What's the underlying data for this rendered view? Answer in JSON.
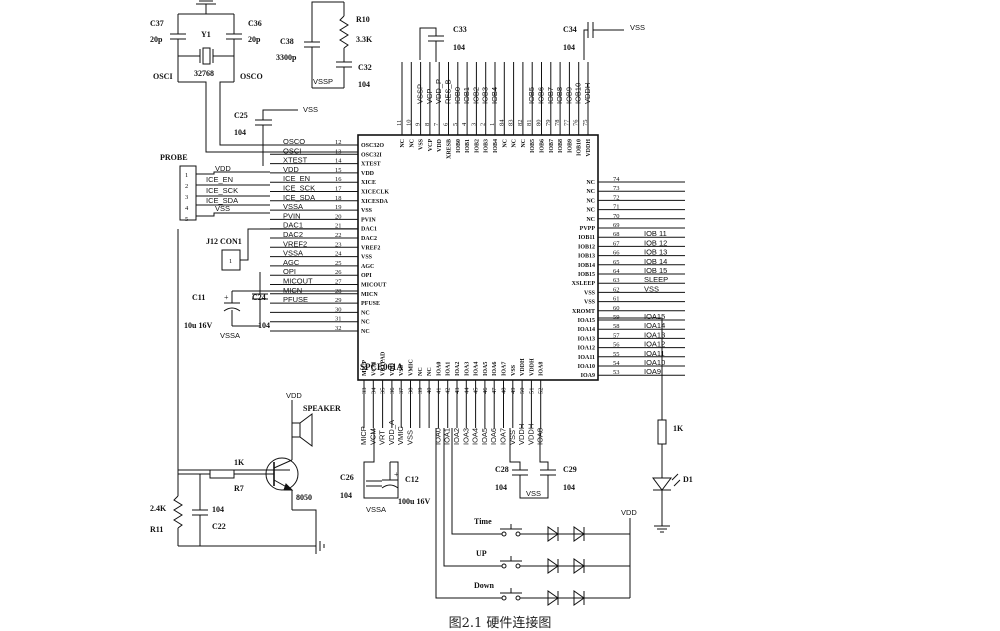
{
  "caption": "图2.1 硬件连接图",
  "chip": {
    "name": "SPCE061A",
    "left_pins": [
      {
        "num": "12",
        "name": "OSC32O",
        "net": "OSCO"
      },
      {
        "num": "13",
        "name": "OSC32I",
        "net": "OSCI"
      },
      {
        "num": "14",
        "name": "XTEST",
        "net": "XTEST"
      },
      {
        "num": "15",
        "name": "VDD",
        "net": "VDD"
      },
      {
        "num": "16",
        "name": "XICE",
        "net": "ICE_EN"
      },
      {
        "num": "17",
        "name": "XICECLK",
        "net": "ICE_SCK"
      },
      {
        "num": "18",
        "name": "XICESDA",
        "net": "ICE_SDA"
      },
      {
        "num": "19",
        "name": "VSS",
        "net": "VSSA"
      },
      {
        "num": "20",
        "name": "PVIN",
        "net": "PVIN"
      },
      {
        "num": "21",
        "name": "DAC1",
        "net": "DAC1"
      },
      {
        "num": "22",
        "name": "DAC2",
        "net": "DAC2"
      },
      {
        "num": "23",
        "name": "VREF2",
        "net": "VREF2"
      },
      {
        "num": "24",
        "name": "VSS",
        "net": "VSSA"
      },
      {
        "num": "25",
        "name": "AGC",
        "net": "AGC"
      },
      {
        "num": "26",
        "name": "OPI",
        "net": "OPI"
      },
      {
        "num": "27",
        "name": "MICOUT",
        "net": "MICOUT"
      },
      {
        "num": "28",
        "name": "MICN",
        "net": "MICN"
      },
      {
        "num": "29",
        "name": "PFUSE",
        "net": "PFUSE"
      },
      {
        "num": "30",
        "name": "NC",
        "net": ""
      },
      {
        "num": "31",
        "name": "NC",
        "net": ""
      },
      {
        "num": "32",
        "name": "NC",
        "net": ""
      }
    ],
    "right_pins": [
      {
        "num": "74",
        "name": "NC",
        "net": ""
      },
      {
        "num": "73",
        "name": "NC",
        "net": ""
      },
      {
        "num": "72",
        "name": "NC",
        "net": ""
      },
      {
        "num": "71",
        "name": "NC",
        "net": ""
      },
      {
        "num": "70",
        "name": "NC",
        "net": ""
      },
      {
        "num": "69",
        "name": "PVPP",
        "net": ""
      },
      {
        "num": "68",
        "name": "IOB11",
        "net": "IOB 11"
      },
      {
        "num": "67",
        "name": "IOB12",
        "net": "IOB 12"
      },
      {
        "num": "66",
        "name": "IOB13",
        "net": "IOB 13"
      },
      {
        "num": "65",
        "name": "IOB14",
        "net": "IOB 14"
      },
      {
        "num": "64",
        "name": "IOB15",
        "net": "IOB 15"
      },
      {
        "num": "63",
        "name": "XSLEEP",
        "net": "SLEEP"
      },
      {
        "num": "62",
        "name": "VSS",
        "net": "VSS"
      },
      {
        "num": "61",
        "name": "VSS",
        "net": ""
      },
      {
        "num": "60",
        "name": "XROMT",
        "net": ""
      },
      {
        "num": "59",
        "name": "IOA15",
        "net": "IOA15"
      },
      {
        "num": "58",
        "name": "IOA14",
        "net": "IOA14"
      },
      {
        "num": "57",
        "name": "IOA13",
        "net": "IOA13"
      },
      {
        "num": "56",
        "name": "IOA12",
        "net": "IOA12"
      },
      {
        "num": "55",
        "name": "IOA11",
        "net": "IOA11"
      },
      {
        "num": "54",
        "name": "IOA10",
        "net": "IOA10"
      },
      {
        "num": "53",
        "name": "IOA9",
        "net": "IOA9"
      }
    ],
    "top_pins": [
      {
        "num": "11",
        "name": "NC",
        "net": ""
      },
      {
        "num": "10",
        "name": "NC",
        "net": ""
      },
      {
        "num": "9",
        "name": "VSS",
        "net": "VSSP"
      },
      {
        "num": "8",
        "name": "VCP",
        "net": "VCP"
      },
      {
        "num": "7",
        "name": "VDD",
        "net": "VDD_P"
      },
      {
        "num": "6",
        "name": "XRESB",
        "net": "RES_B"
      },
      {
        "num": "5",
        "name": "IOB0",
        "net": "IOB0"
      },
      {
        "num": "4",
        "name": "IOB1",
        "net": "IOB1"
      },
      {
        "num": "3",
        "name": "IOB2",
        "net": "IOB2"
      },
      {
        "num": "2",
        "name": "IOB3",
        "net": "IOB3"
      },
      {
        "num": "1",
        "name": "IOB4",
        "net": "IOB4"
      },
      {
        "num": "84",
        "name": "NC",
        "net": ""
      },
      {
        "num": "83",
        "name": "NC",
        "net": ""
      },
      {
        "num": "82",
        "name": "NC",
        "net": ""
      },
      {
        "num": "81",
        "name": "IOB5",
        "net": "IOB5"
      },
      {
        "num": "80",
        "name": "IOB6",
        "net": "IOB6"
      },
      {
        "num": "79",
        "name": "IOB7",
        "net": "IOB7"
      },
      {
        "num": "78",
        "name": "IOB8",
        "net": "IOB8"
      },
      {
        "num": "77",
        "name": "IOB9",
        "net": "IOB9"
      },
      {
        "num": "76",
        "name": "IOB10",
        "net": "IOB10"
      },
      {
        "num": "75",
        "name": "VDDH",
        "net": "VDDH"
      }
    ],
    "bottom_pins": [
      {
        "num": "33",
        "name": "MICP",
        "net": "MICP"
      },
      {
        "num": "34",
        "name": "VCM",
        "net": "VCM"
      },
      {
        "num": "35",
        "name": "VRTPAD",
        "net": "VRT"
      },
      {
        "num": "36",
        "name": "VDD",
        "net": "VDD_A"
      },
      {
        "num": "37",
        "name": "VSS",
        "net": "VMIC"
      },
      {
        "num": "38",
        "name": "VMIC",
        "net": "VSS"
      },
      {
        "num": "39",
        "name": "NC",
        "net": ""
      },
      {
        "num": "40",
        "name": "NC",
        "net": ""
      },
      {
        "num": "41",
        "name": "IOA0",
        "net": "IOA0"
      },
      {
        "num": "42",
        "name": "IOA1",
        "net": "IOA1"
      },
      {
        "num": "43",
        "name": "IOA2",
        "net": "IOA2"
      },
      {
        "num": "44",
        "name": "IOA3",
        "net": "IOA3"
      },
      {
        "num": "45",
        "name": "IOA4",
        "net": "IOA4"
      },
      {
        "num": "46",
        "name": "IOA5",
        "net": "IOA5"
      },
      {
        "num": "47",
        "name": "IOA6",
        "net": "IOA6"
      },
      {
        "num": "48",
        "name": "IOA7",
        "net": "IOA7"
      },
      {
        "num": "49",
        "name": "VSS",
        "net": "VSS"
      },
      {
        "num": "50",
        "name": "VDDH",
        "net": "VDDH"
      },
      {
        "num": "51",
        "name": "VDDH",
        "net": "VDDH"
      },
      {
        "num": "52",
        "name": "IOA8",
        "net": "IOA8"
      }
    ]
  },
  "crystal": {
    "ref": "Y1",
    "value": "32768",
    "osci": "OSCI",
    "osco": "OSCO"
  },
  "c37": {
    "ref": "C37",
    "value": "20p"
  },
  "c36": {
    "ref": "C36",
    "value": "20p"
  },
  "c38": {
    "ref": "C38",
    "value": "3300p"
  },
  "r10": {
    "ref": "R10",
    "value": "3.3K"
  },
  "c32": {
    "ref": "C32",
    "value": "104"
  },
  "vssp": "VSSP",
  "c33": {
    "ref": "C33",
    "value": "104"
  },
  "c34": {
    "ref": "C34",
    "value": "104",
    "net": "VSS"
  },
  "c25": {
    "ref": "C25",
    "value": "104",
    "net": "VSS"
  },
  "probe": {
    "title": "PROBE",
    "pins": [
      "1",
      "2",
      "3",
      "4",
      "5"
    ],
    "nets": [
      "VDD",
      "ICE_EN",
      "ICE_SCK",
      "ICE_SDA",
      "VSS"
    ]
  },
  "j12": {
    "ref": "J12 CON1",
    "pin": "1"
  },
  "c11": {
    "ref": "C11",
    "value": "10u 16V",
    "net": "VSSA"
  },
  "c24": {
    "ref": "C24",
    "value": "104"
  },
  "speaker": {
    "label": "SPEAKER",
    "vdd": "VDD"
  },
  "r7": {
    "ref": "R7",
    "value": "1K"
  },
  "transistor": "8050",
  "r11": {
    "ref": "R11",
    "value": "2.4K"
  },
  "c22": {
    "ref": "C22",
    "value": "104"
  },
  "c26": {
    "ref": "C26",
    "value": "104"
  },
  "c12": {
    "ref": "C12",
    "value": "100u 16V"
  },
  "vssa_bottom": "VSSA",
  "c28": {
    "ref": "C28",
    "value": "104"
  },
  "c29": {
    "ref": "C29",
    "value": "104"
  },
  "vss_bottom": "VSS",
  "led": {
    "r": "1K",
    "ref": "D1"
  },
  "buttons": {
    "time": "Time",
    "up": "UP",
    "down": "Down",
    "vdd": "VDD"
  }
}
